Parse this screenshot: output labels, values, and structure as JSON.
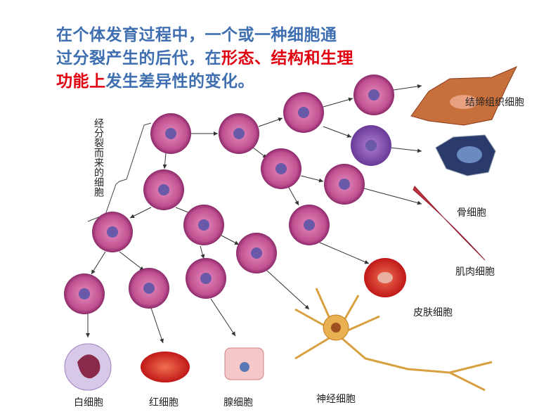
{
  "title": {
    "l1": "在个体发育过程中，一个或一种细胞通",
    "l2a": "过分裂产生的后代，在",
    "l2b": "形态、结构和生理",
    "l3a": "功能上",
    "l3b": "发生差异性的变化。"
  },
  "bracket_label": "经分裂而来的细胞",
  "labels": {
    "connective": "结缔组织细胞",
    "bone": "骨细胞",
    "muscle": "肌肉细胞",
    "skin": "皮肤细胞",
    "white": "白细胞",
    "red": "红细胞",
    "gland": "腺细胞",
    "nerve": "神经细胞"
  },
  "colors": {
    "title": "#3f6fb0",
    "highlight": "#e0000f",
    "cell": "#c0508f"
  }
}
